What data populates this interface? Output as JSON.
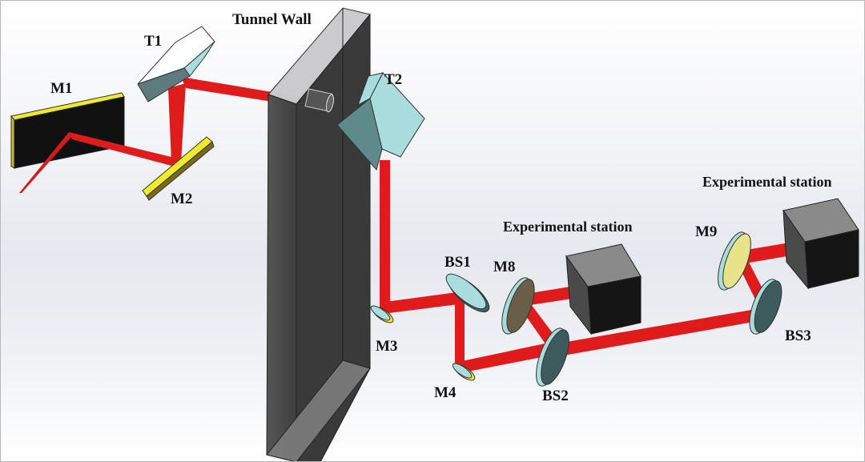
{
  "diagram": {
    "title": "Beamline layout through tunnel wall to experimental stations",
    "colors": {
      "beam": "#e01b1b",
      "mirror_gold": "#f2ec2a",
      "optic_cyan": "#a9dcdc",
      "wall": "#4a4a4a",
      "station": "#141414"
    },
    "labels": {
      "tunnel_wall": "Tunnel Wall",
      "m1": "M1",
      "m2": "M2",
      "t1": "T1",
      "t2": "T2",
      "m3": "M3",
      "m4": "M4",
      "m8": "M8",
      "m9": "M9",
      "bs1": "BS1",
      "bs2": "BS2",
      "bs3": "BS3",
      "station_1": "Experimental station",
      "station_2": "Experimental station"
    },
    "components": [
      {
        "id": "M1",
        "type": "mirror"
      },
      {
        "id": "M2",
        "type": "mirror"
      },
      {
        "id": "T1",
        "type": "toroidal optic"
      },
      {
        "id": "T2",
        "type": "toroidal optic"
      },
      {
        "id": "M3",
        "type": "mirror"
      },
      {
        "id": "M4",
        "type": "mirror"
      },
      {
        "id": "BS1",
        "type": "beam splitter"
      },
      {
        "id": "BS2",
        "type": "beam splitter"
      },
      {
        "id": "BS3",
        "type": "beam splitter"
      },
      {
        "id": "M8",
        "type": "mirror"
      },
      {
        "id": "M9",
        "type": "mirror"
      }
    ],
    "beam_path": [
      "M1",
      "M2",
      "T1",
      "Tunnel Wall",
      "T2",
      "M3",
      "BS1",
      "M4",
      "BS2",
      "BS3",
      "M9",
      "Experimental station"
    ],
    "branches": [
      [
        "BS1",
        "M4"
      ],
      [
        "BS2",
        "M8",
        "Experimental station"
      ],
      [
        "BS3",
        "M9",
        "Experimental station"
      ]
    ]
  }
}
